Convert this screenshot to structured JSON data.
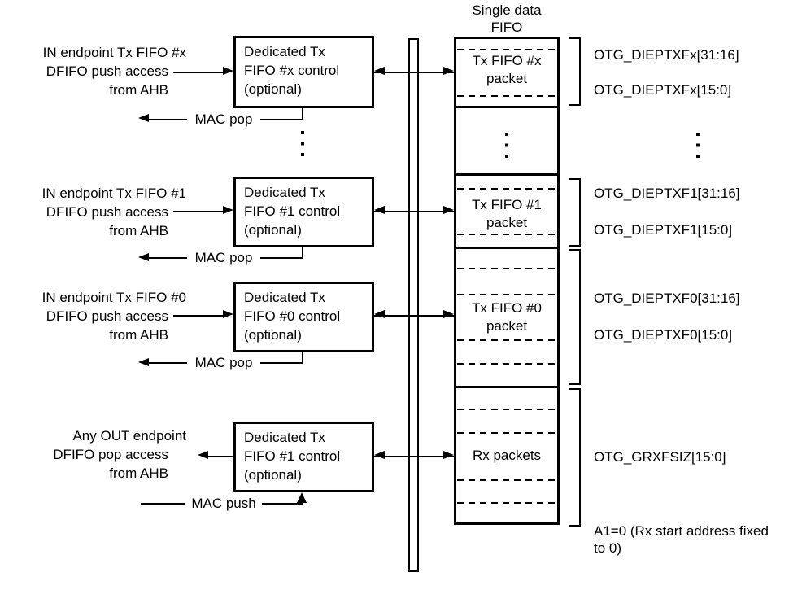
{
  "diagram_title": {
    "line1": "Single data",
    "line2": "FIFO"
  },
  "left_blocks": [
    {
      "line1": "IN endpoint Tx FIFO #x",
      "line2": "DFIFO push access",
      "line3": "from AHB"
    },
    {
      "line1": "IN endpoint Tx FIFO #1",
      "line2": "DFIFO push access",
      "line3": "from AHB"
    },
    {
      "line1": "IN endpoint Tx FIFO #0",
      "line2": "DFIFO push access",
      "line3": "from AHB"
    },
    {
      "line1": "Any OUT endpoint",
      "line2": "DFIFO pop access",
      "line3": "from AHB"
    }
  ],
  "control_boxes": [
    {
      "line1": "Dedicated Tx",
      "line2": "FIFO #x control",
      "line3": "(optional)"
    },
    {
      "line1": "Dedicated Tx",
      "line2": "FIFO #1 control",
      "line3": "(optional)"
    },
    {
      "line1": "Dedicated Tx",
      "line2": "FIFO #0 control",
      "line3": "(optional)"
    },
    {
      "line1": "Dedicated Tx",
      "line2": "FIFO #1 control",
      "line3": "(optional)"
    }
  ],
  "mac_labels": {
    "pop1": "MAC pop",
    "pop2": "MAC pop",
    "pop3": "MAC pop",
    "push": "MAC push"
  },
  "fifo_sections": {
    "tx_x": {
      "line1": "Tx FIFO #x",
      "line2": "packet"
    },
    "tx_1": {
      "line1": "Tx FIFO #1",
      "line2": "packet"
    },
    "tx_0": {
      "line1": "Tx FIFO #0",
      "line2": "packet"
    },
    "rx": {
      "line1": "Rx packets"
    }
  },
  "right_labels": [
    "OTG_DIEPTXFx[31:16]",
    "OTG_DIEPTXFx[15:0]",
    "OTG_DIEPTXF1[31:16]",
    "OTG_DIEPTXF1[15:0]",
    "OTG_DIEPTXF0[31:16]",
    "OTG_DIEPTXF0[15:0]",
    "OTG_GRXFSIZ[15:0]"
  ],
  "note": {
    "line1": "A1=0 (Rx start address fixed",
    "line2": "to 0)"
  },
  "colors": {
    "ink": "#000000",
    "background": "#ffffff"
  }
}
